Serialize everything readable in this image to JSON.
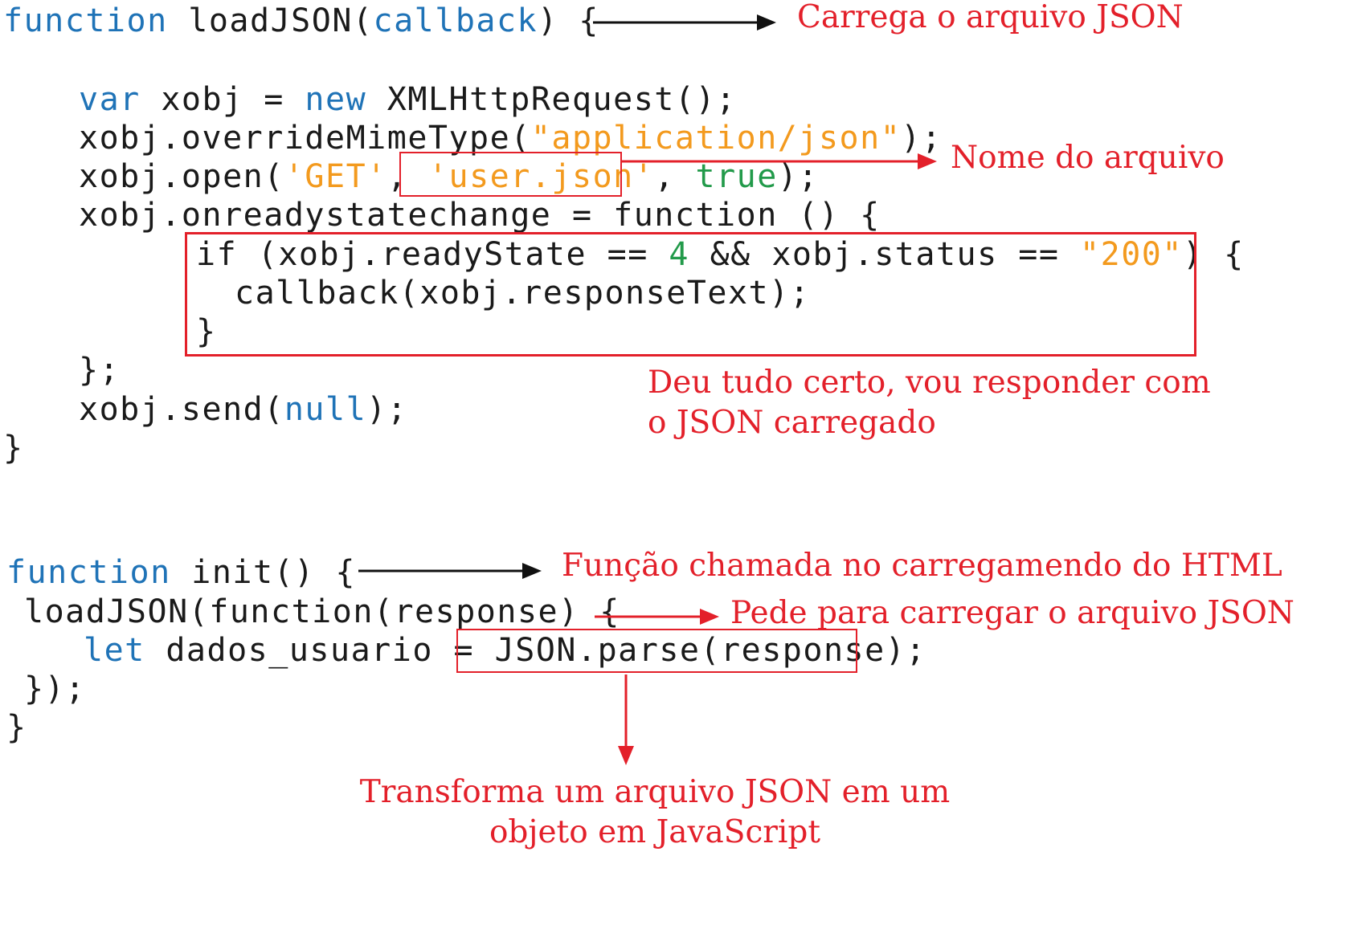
{
  "code_top": {
    "l1": {
      "fn_kw": "function",
      "name": " loadJSON(",
      "param": "callback",
      "rest": ") {"
    },
    "l2": {
      "var_kw": "var",
      "mid": " xobj = ",
      "new_kw": "new",
      "rest": " XMLHttpRequest();"
    },
    "l3": {
      "pre": "xobj.overrideMimeType(",
      "str": "\"application/json\"",
      "post": ");"
    },
    "l4": {
      "pre": "xobj.open(",
      "get": "'GET'",
      "comma": ", ",
      "file": "'user.json'",
      "mid": ", ",
      "true_kw": "true",
      "post": ");"
    },
    "l5": {
      "text": "xobj.onreadystatechange = function () {"
    },
    "l6": {
      "pre": "if (xobj.readyState == ",
      "num": "4",
      "mid": " && xobj.status == ",
      "str": "\"200\"",
      "post": ") {"
    },
    "l7": {
      "text": "callback(xobj.responseText);"
    },
    "l8": {
      "text": "}"
    },
    "l9": {
      "text": "};"
    },
    "l10": {
      "pre": "xobj.send(",
      "null_kw": "null",
      "post": ");"
    },
    "l11": {
      "text": "}"
    }
  },
  "code_bottom": {
    "l1": {
      "fn_kw": "function",
      "rest": " init() {"
    },
    "l2": {
      "text": "loadJSON(function(response) {"
    },
    "l3": {
      "let_kw": "let",
      "mid": " dados_usuario = ",
      "parse": "JSON.parse(response)",
      "post": ";"
    },
    "l4": {
      "text": "});"
    },
    "l5": {
      "text": "}"
    }
  },
  "annotations": {
    "load_json": "Carrega o arquivo JSON",
    "file_name": "Nome do arquivo",
    "success": "Deu tudo certo, vou responder com\no JSON carregado",
    "init": "Função chamada no carregamendo do HTML",
    "request": "Pede para carregar o arquivo JSON",
    "parse": "Transforma um arquivo JSON em um\nobjeto em JavaScript"
  },
  "colors": {
    "keyword": "#1f73b7",
    "string": "#f39a1e",
    "number": "#229a4a",
    "code_text": "#1a1a1a",
    "annotation": "#e3202a",
    "arrow_black": "#111111"
  }
}
